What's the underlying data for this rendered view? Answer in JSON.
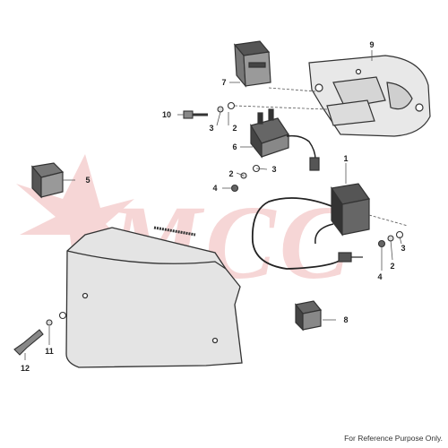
{
  "watermark": {
    "text": "MCC",
    "color": "#d94a4a"
  },
  "callouts": [
    "1",
    "2",
    "3",
    "4",
    "5",
    "6",
    "7",
    "8",
    "9",
    "10",
    "11",
    "12"
  ],
  "footer": "For Reference Purpose Only.",
  "colors": {
    "line": "#333333",
    "part_fill": "#e6e6e6",
    "dark_part": "#4a4a4a"
  }
}
